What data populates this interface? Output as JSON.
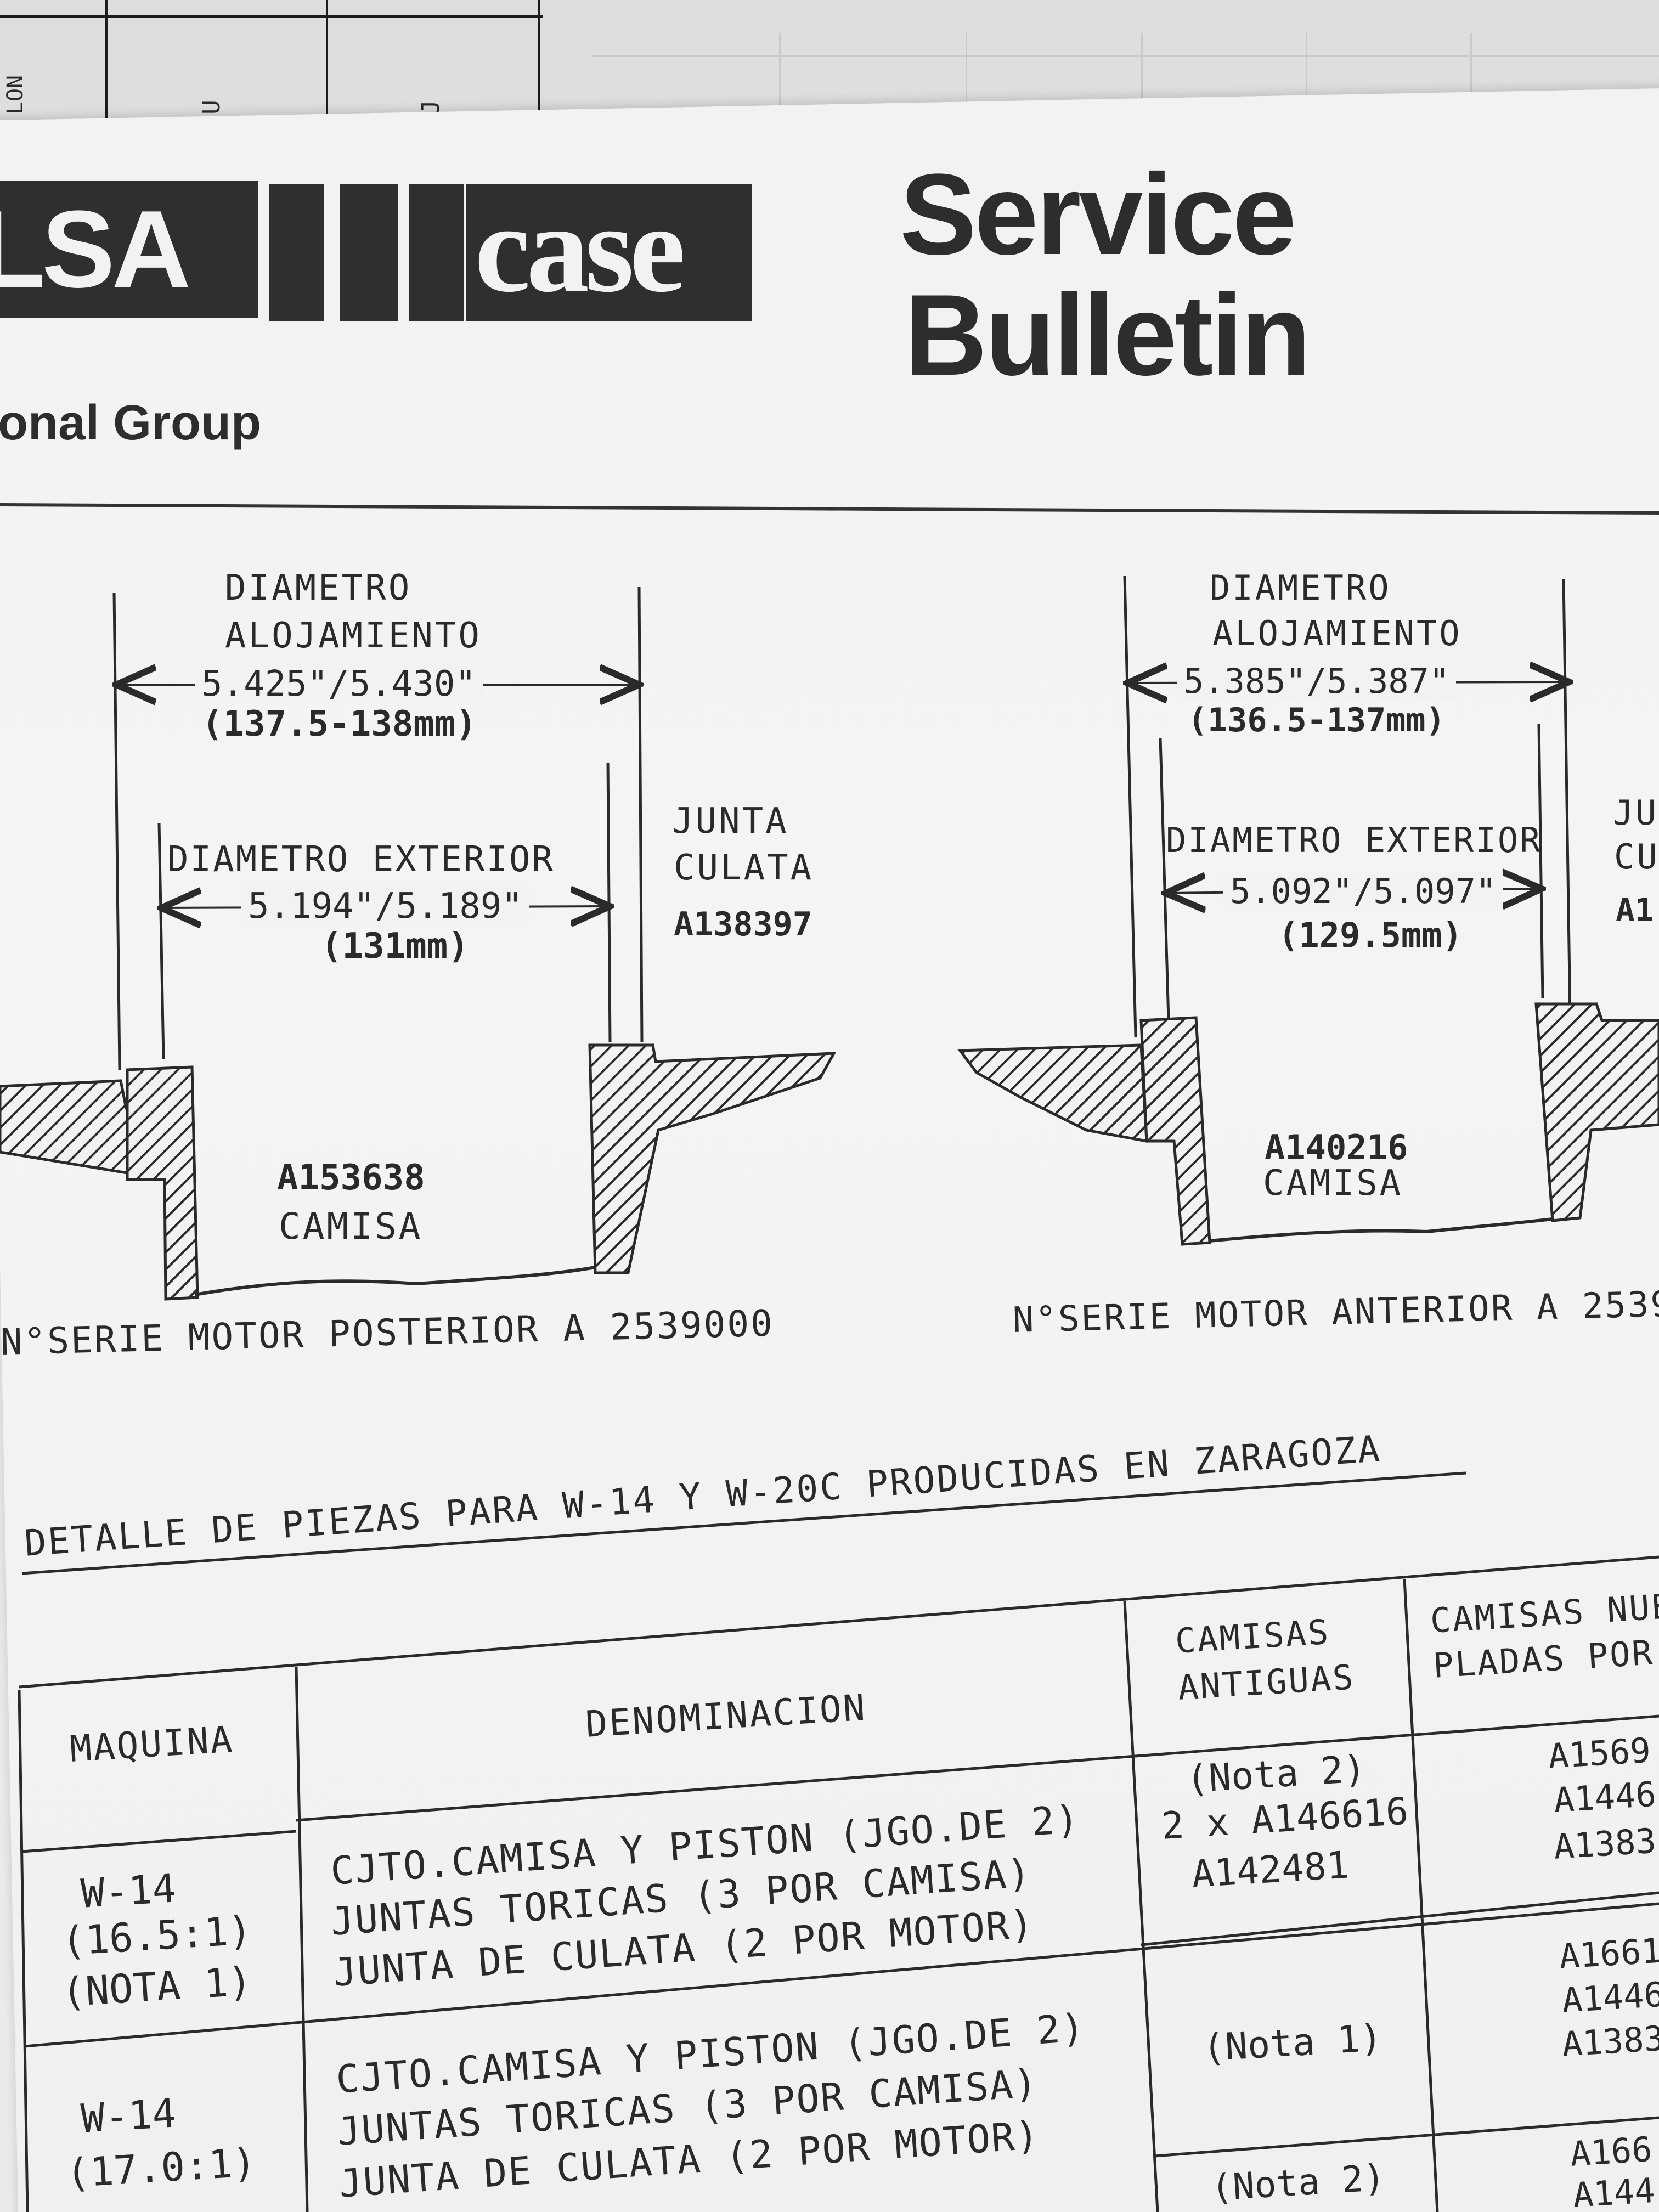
{
  "under_page": {
    "margin_mark": "LON",
    "col_marks": [
      "U",
      "J"
    ]
  },
  "header": {
    "logo_left_text": "LSA",
    "logo_right_text": "case",
    "title_line1": "Service",
    "title_line2": "Bulletin",
    "group_text": "onal Group"
  },
  "left_diagram": {
    "housing_label_1": "DIAMETRO",
    "housing_label_2": "ALOJAMIENTO",
    "housing_value_in": "5.425\"/5.430\"",
    "housing_value_mm": "(137.5-138mm)",
    "exterior_label": "DIAMETRO EXTERIOR",
    "exterior_value_in": "5.194\"/5.189\"",
    "exterior_value_mm": "(131mm)",
    "gasket_label_1": "JUNTA",
    "gasket_label_2": "CULATA",
    "gasket_part": "A138397",
    "liner_part": "A153638",
    "liner_label": "CAMISA",
    "caption": "N°SERIE MOTOR POSTERIOR A 2539000"
  },
  "right_diagram": {
    "housing_label_1": "DIAMETRO",
    "housing_label_2": "ALOJAMIENTO",
    "housing_value_in": "5.385\"/5.387\"",
    "housing_value_mm": "(136.5-137mm)",
    "exterior_label": "DIAMETRO EXTERIOR",
    "exterior_value_in": "5.092\"/5.097\"",
    "exterior_value_mm": "(129.5mm)",
    "gasket_label_1": "JU",
    "gasket_label_2": "CU",
    "gasket_part": "A1",
    "liner_part": "A140216",
    "liner_label": "CAMISA",
    "caption": "N°SERIE MOTOR ANTERIOR A 2539"
  },
  "parts_table": {
    "heading": "DETALLE DE PIEZAS PARA W-14 Y W-20C PRODUCIDAS EN ZARAGOZA",
    "columns": [
      "MAQUINA",
      "DENOMINACION",
      "CAMISAS ANTIGUAS",
      "CAMISAS NUE PLADAS POR"
    ],
    "col_camisas_antiguas": [
      "CAMISAS",
      "ANTIGUAS"
    ],
    "col_camisas_nuevas": [
      "CAMISAS NUE",
      "PLADAS POR"
    ],
    "rows": [
      {
        "maquina": [
          "W-14",
          "(16.5:1)",
          "(NOTA 1)"
        ],
        "denominacion": [
          "CJTO.CAMISA Y PISTON (JGO.DE 2)",
          "JUNTAS TORICAS (3 POR CAMISA)",
          "JUNTA DE CULATA (2 POR MOTOR)"
        ],
        "antiguas": [
          "(Nota 2)",
          "2 x A146616",
          "A142481"
        ],
        "nuevas": [
          "A1569",
          "A1446",
          "A1383"
        ]
      },
      {
        "maquina": [
          "W-14",
          "(17.0:1)"
        ],
        "denominacion": [
          "CJTO.CAMISA Y PISTON (JGO.DE 2)",
          "JUNTAS TORICAS (3 POR CAMISA)",
          "JUNTA DE CULATA (2 POR MOTOR)"
        ],
        "antiguas": [
          "(Nota 1)"
        ],
        "nuevas": [
          "A1661",
          "A1446",
          "A1383"
        ]
      },
      {
        "maquina": [],
        "denominacion": [],
        "antiguas": [
          "(Nota 2)"
        ],
        "nuevas": [
          "A166",
          "A144"
        ]
      }
    ]
  }
}
